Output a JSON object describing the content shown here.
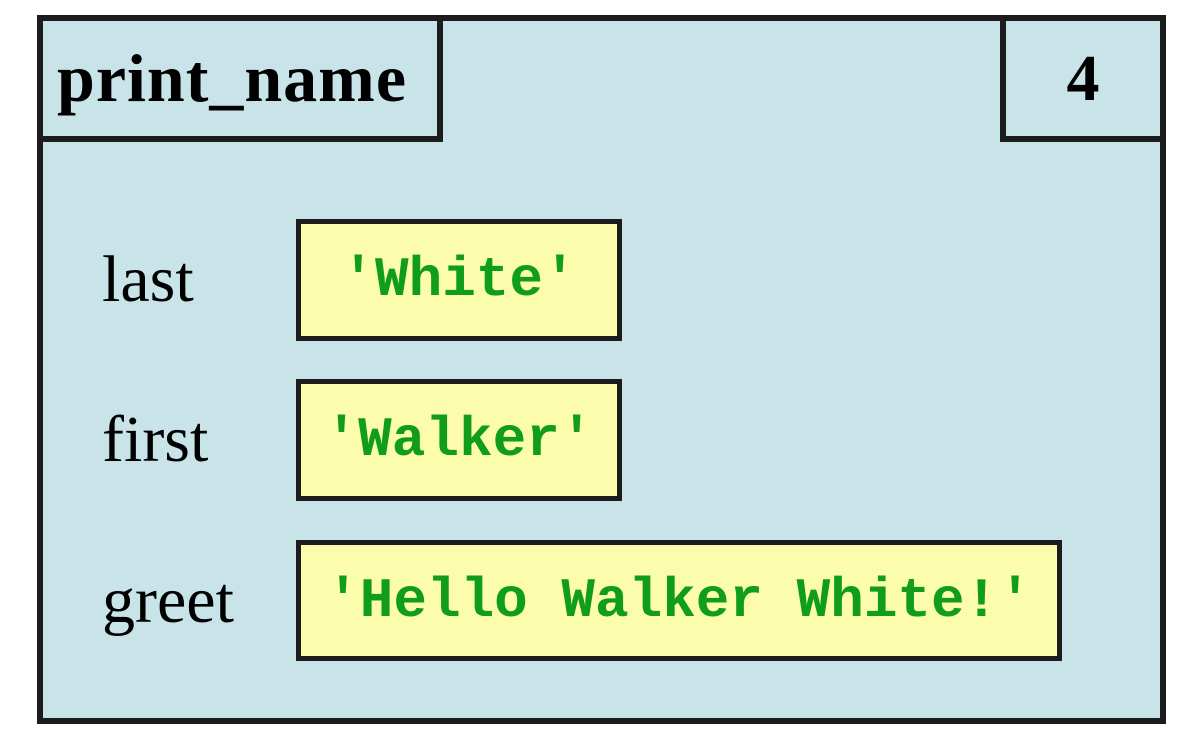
{
  "frame": {
    "function_name": "print_name",
    "line_number": "4",
    "variables": [
      {
        "name": "last",
        "value": "'White'"
      },
      {
        "name": "first",
        "value": "'Walker'"
      },
      {
        "name": "greet",
        "value": "'Hello Walker White!'"
      }
    ]
  },
  "colors": {
    "frame_fill": "#c8e4e9",
    "value_fill": "#fcfcad",
    "value_text": "#0f9d1a",
    "border": "#1c1c1c",
    "label_text": "#000000",
    "page_bg": "#ffffff"
  }
}
